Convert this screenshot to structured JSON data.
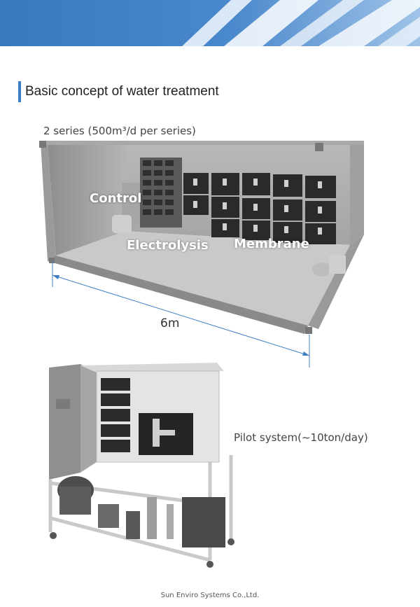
{
  "heading": {
    "title": "Basic concept of water treatment"
  },
  "figure1": {
    "caption": "2 series (500m³/d  per series)",
    "labels": {
      "control": "Control",
      "electrolysis": "Electrolysis",
      "membrane": "Membrane"
    },
    "dimension": "6m"
  },
  "figure2": {
    "caption": "Pilot system(~10ton/day)"
  },
  "footer": {
    "company": "Sun Enviro Systems Co.,Ltd."
  },
  "colors": {
    "accent": "#3d7fc4",
    "banner_light": "#dce9f6",
    "banner_dark": "#2f6fb8"
  }
}
